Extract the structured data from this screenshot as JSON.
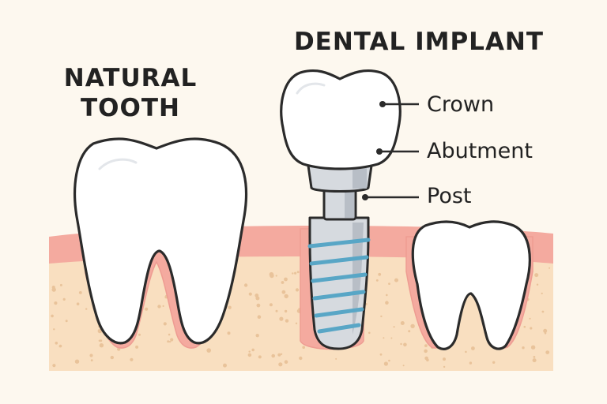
{
  "titles": {
    "natural_line1": "NATURAL",
    "natural_line2": "TOOTH",
    "implant": "DENTAL IMPLANT"
  },
  "labels": {
    "crown": "Crown",
    "abutment": "Abutment",
    "post": "Post"
  },
  "colors": {
    "background": "#fdf8ef",
    "bone": "#f9dfc0",
    "bone_dots": "#e9c39a",
    "gum": "#f4aa9f",
    "gum_edge": "#ee9c92",
    "tooth": "#ffffff",
    "outline": "#2b2b2b",
    "metal_light": "#d6dadf",
    "metal_dark": "#b8bec6",
    "thread": "#58a6c6"
  },
  "icons": {
    "natural_tooth": "molar-tooth-icon",
    "implant": "screw-implant-icon",
    "neighbor_tooth": "tooth-icon"
  }
}
